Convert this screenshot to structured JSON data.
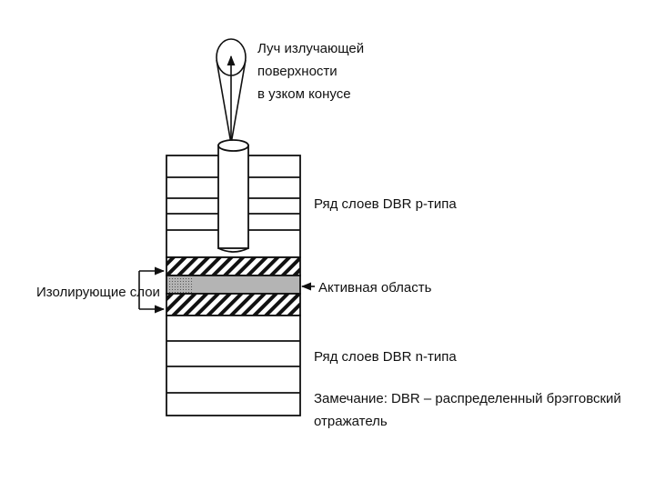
{
  "labels": {
    "beam": [
      "Луч излучающей",
      "поверхности",
      "в узком конусе"
    ],
    "p_dbr": "Ряд слоев DBR p-типа",
    "isolating": "Изолирующие слои",
    "active": "Активная область",
    "n_dbr": "Ряд слоев DBR n-типа",
    "note": [
      "Замечание: DBR – распределенный брэгговский",
      "отражатель"
    ]
  },
  "colors": {
    "ink": "#111111",
    "active_fill": "#b4b4b4",
    "background": "#ffffff"
  }
}
